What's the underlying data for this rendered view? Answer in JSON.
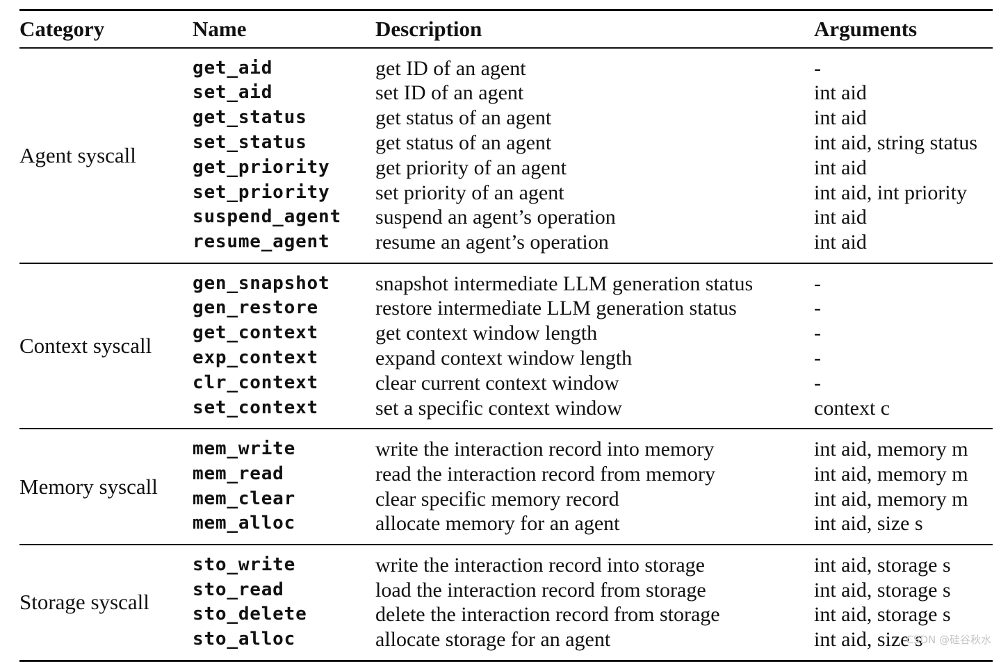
{
  "headers": {
    "category": "Category",
    "name": "Name",
    "description": "Description",
    "arguments": "Arguments"
  },
  "groups": [
    {
      "category": "Agent syscall",
      "rows": [
        {
          "name": "get_aid",
          "description": "get ID of an agent",
          "arguments": "-"
        },
        {
          "name": "set_aid",
          "description": "set ID of an agent",
          "arguments": "int aid"
        },
        {
          "name": "get_status",
          "description": "get status of an agent",
          "arguments": "int aid"
        },
        {
          "name": "set_status",
          "description": "get status of an agent",
          "arguments": "int aid, string status"
        },
        {
          "name": "get_priority",
          "description": "get priority of an agent",
          "arguments": "int aid"
        },
        {
          "name": "set_priority",
          "description": "set priority of an agent",
          "arguments": "int aid, int priority"
        },
        {
          "name": "suspend_agent",
          "description": "suspend an agent’s operation",
          "arguments": "int aid"
        },
        {
          "name": "resume_agent",
          "description": "resume an agent’s operation",
          "arguments": "int aid"
        }
      ]
    },
    {
      "category": "Context syscall",
      "rows": [
        {
          "name": "gen_snapshot",
          "description": "snapshot intermediate LLM generation status",
          "arguments": "-"
        },
        {
          "name": "gen_restore",
          "description": "restore intermediate LLM generation status",
          "arguments": "-"
        },
        {
          "name": "get_context",
          "description": "get context window length",
          "arguments": "-"
        },
        {
          "name": "exp_context",
          "description": "expand context window length",
          "arguments": "-"
        },
        {
          "name": "clr_context",
          "description": "clear current context window",
          "arguments": "-"
        },
        {
          "name": "set_context",
          "description": "set a specific context window",
          "arguments": "context c"
        }
      ]
    },
    {
      "category": "Memory syscall",
      "rows": [
        {
          "name": "mem_write",
          "description": "write the interaction record into memory",
          "arguments": "int aid, memory m"
        },
        {
          "name": "mem_read",
          "description": "read the interaction record from memory",
          "arguments": "int aid, memory m"
        },
        {
          "name": "mem_clear",
          "description": "clear specific memory record",
          "arguments": "int aid, memory m"
        },
        {
          "name": "mem_alloc",
          "description": "allocate memory for an agent",
          "arguments": "int aid, size s"
        }
      ]
    },
    {
      "category": "Storage syscall",
      "rows": [
        {
          "name": "sto_write",
          "description": "write the interaction record into storage",
          "arguments": "int aid, storage s"
        },
        {
          "name": "sto_read",
          "description": "load the interaction record from storage",
          "arguments": "int aid, storage s"
        },
        {
          "name": "sto_delete",
          "description": "delete the interaction record from storage",
          "arguments": "int aid, storage s"
        },
        {
          "name": "sto_alloc",
          "description": "allocate storage for an agent",
          "arguments": "int aid, size s"
        }
      ]
    }
  ],
  "watermark": "CSDN @硅谷秋水"
}
